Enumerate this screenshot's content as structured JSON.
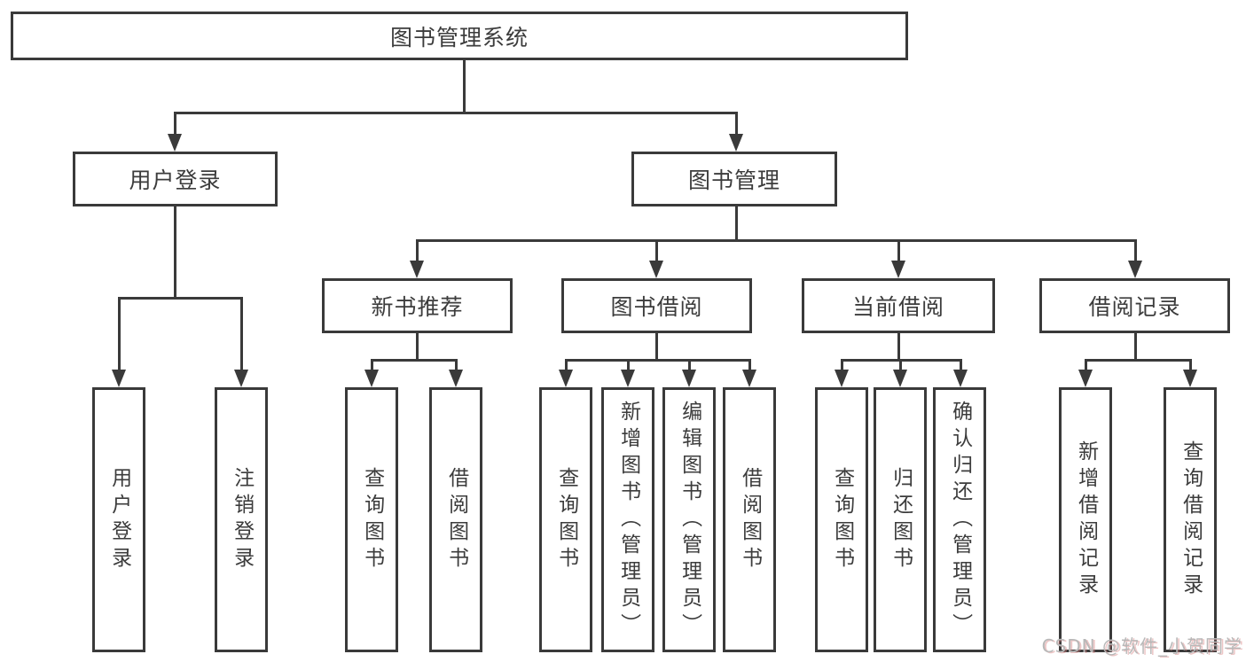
{
  "diagram": {
    "title": "图书管理系统",
    "level1": {
      "user": "用户登录",
      "mgmt": "图书管理"
    },
    "level2": {
      "recommend": "新书推荐",
      "borrow": "图书借阅",
      "current": "当前借阅",
      "records": "借阅记录"
    },
    "leaves": {
      "user": [
        "用户登录",
        "注销登录"
      ],
      "recommend": [
        "查询图书",
        "借阅图书"
      ],
      "borrow": [
        "查询图书",
        "新增图书（管理员）",
        "编辑图书（管理员）",
        "借阅图书"
      ],
      "current": [
        "查询图书",
        "归还图书",
        "确认归还（管理员）"
      ],
      "records": [
        "新增借阅记录",
        "查询借阅记录"
      ]
    },
    "watermark": "CSDN @软件_小贺同学",
    "colors": {
      "line": "#3a3a3a",
      "text": "#3c3c3c",
      "watermark_gray": "#b8b8b8"
    }
  }
}
